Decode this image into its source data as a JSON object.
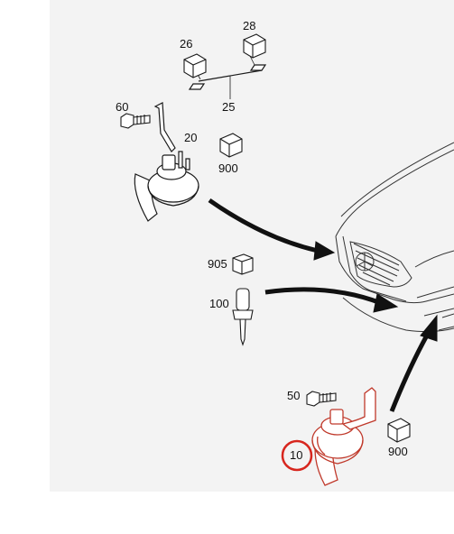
{
  "labels": {
    "p26": "26",
    "p28": "28",
    "p25": "25",
    "p60": "60",
    "p20": "20",
    "p900_top": "900",
    "p905": "905",
    "p100": "100",
    "p50": "50",
    "p10": "10",
    "p900_bottom": "900"
  },
  "colors": {
    "background": "#ffffff",
    "panel": "#f3f3f3",
    "line": "#1a1a1a",
    "highlight": "#c0392b",
    "highlight_circle": "#d7261e"
  },
  "icons": [
    "connector-icon",
    "arrow-icon",
    "bolt-icon",
    "horn-icon",
    "bracket-icon",
    "fuse-icon",
    "car-front-icon",
    "cable-icon"
  ]
}
